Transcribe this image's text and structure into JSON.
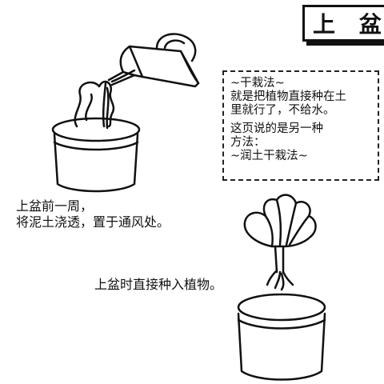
{
  "title": "上 盆",
  "note": {
    "line1": "~干栽法~",
    "line2": "就是把植物直接种在土",
    "line3": "里就行了，不给水。",
    "line4": "这页说的是另一种",
    "line5": "方法：",
    "line6": "~润土干栽法~"
  },
  "step1": {
    "line1": "上盆前一周，",
    "line2": "将泥土浇透，置于通风处。"
  },
  "step2": {
    "line1": "上盆时直接种入植物。"
  }
}
